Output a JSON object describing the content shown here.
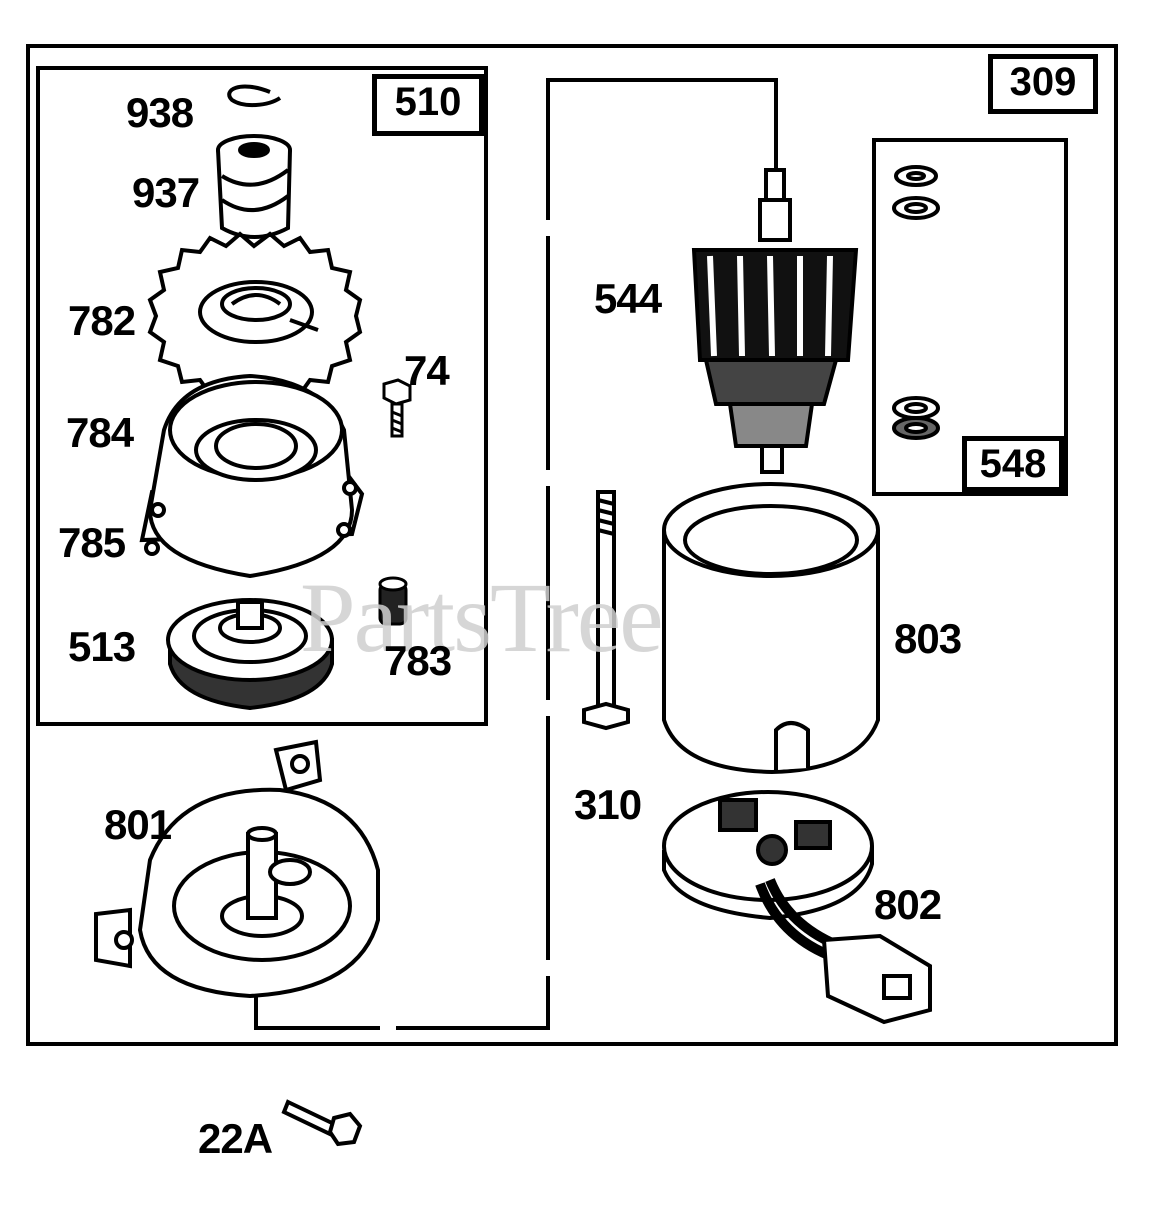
{
  "watermark": "PartsTree",
  "groups": {
    "group_510": "510",
    "group_309": "309",
    "group_548": "548"
  },
  "parts": {
    "p938": "938",
    "p937": "937",
    "p782": "782",
    "p74": "74",
    "p784": "784",
    "p785": "785",
    "p513": "513",
    "p783": "783",
    "p801": "801",
    "p544": "544",
    "p803": "803",
    "p310": "310",
    "p802": "802",
    "p22A": "22A"
  }
}
